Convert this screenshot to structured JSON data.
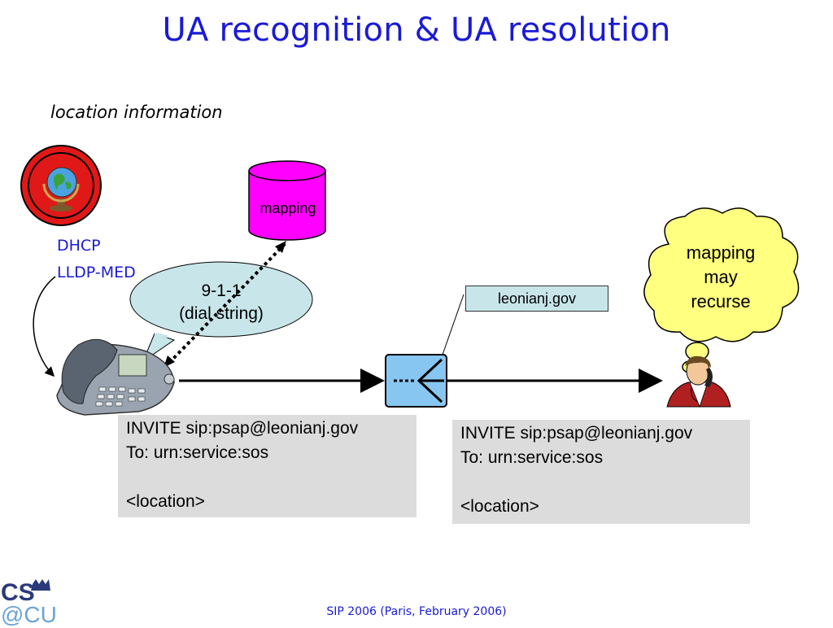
{
  "slide": {
    "title": "UA recognition & UA resolution",
    "subtitle": "location information",
    "protocols": [
      "DHCP",
      "LLDP-MED"
    ],
    "database_label": "mapping",
    "speech_bubble": [
      "9-1-1",
      "(dial string)"
    ],
    "domain_label": "leonianj.gov",
    "cloud_text": [
      "mapping",
      "may",
      "recurse"
    ],
    "message_left": [
      "INVITE sip:psap@leonianj.gov",
      "To: urn:service:sos",
      "",
      "<location>"
    ],
    "message_right": [
      "INVITE sip:psap@leonianj.gov",
      "To: urn:service:sos",
      "",
      "<location>"
    ],
    "footer": "SIP 2006 (Paris, February 2006)",
    "logo": {
      "line1": "CS",
      "line2": "@CU"
    }
  },
  "colors": {
    "title": "#1a1ad6",
    "database": "#ff00ff",
    "bubble": "#c8e6ea",
    "cloud": "#ffff80",
    "router": "#87c6f0",
    "message_box": "#dcdcdc",
    "globe_ring": "#e01818"
  },
  "icons": [
    "globe-icon",
    "phone-icon",
    "router-icon",
    "operator-icon",
    "database-icon"
  ]
}
